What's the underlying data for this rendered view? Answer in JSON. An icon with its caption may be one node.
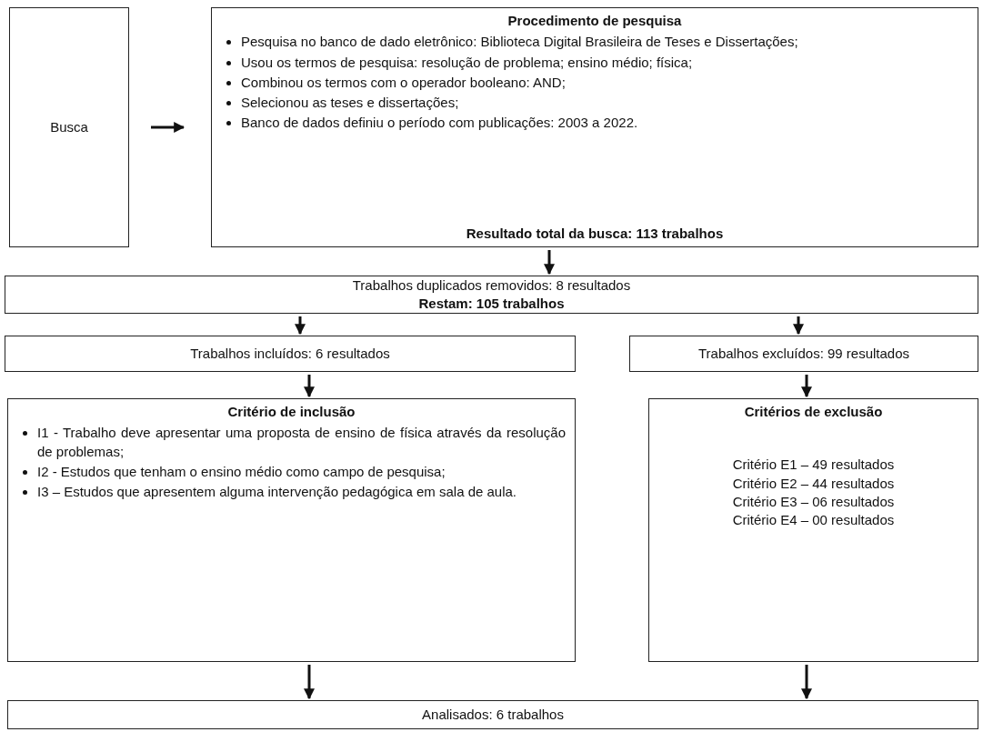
{
  "diagram": {
    "nodes": [
      {
        "text": [
          "Busca"
        ]
      },
      {
        "text": [
          "Procedimento de pesquisa",
          "Pesquisa no banco de dado eletrônico: Biblioteca Digital Brasileira de Teses e Dissertações;",
          "Usou os termos de pesquisa: resolução de problema; ensino médio; física;",
          "Combinou os termos com o operador booleano: AND;",
          "Selecionou as teses e dissertações;",
          "Banco de dados definiu o período com publicações: 2003 a 2022.",
          "Resultado total da busca: 113 trabalhos"
        ]
      },
      {
        "text": [
          "Trabalhos duplicados removidos: 8 resultados",
          "Restam: 105 trabalhos"
        ]
      },
      {
        "text": [
          "Trabalhos incluídos: 6 resultados"
        ]
      },
      {
        "text": [
          "Trabalhos excluídos: 99 resultados"
        ]
      },
      {
        "text": [
          "Critério de inclusão",
          "I1 - Trabalho deve apresentar uma proposta de ensino de física através da resolução de problemas;",
          "I2 - Estudos que tenham o ensino médio como campo de pesquisa;",
          "I3 – Estudos que apresentem alguma intervenção pedagógica em sala de aula."
        ]
      },
      {
        "text": [
          "Critérios de exclusão",
          "Critério E1 – 49 resultados",
          "Critério E2 – 44 resultados",
          "Critério E3 – 06 resultados",
          "Critério E4 – 00 resultados"
        ]
      },
      {
        "text": [
          "Analisados: 6 trabalhos"
        ]
      }
    ],
    "edges": [
      {
        "from": 0,
        "to": 1,
        "arrow": "to"
      },
      {
        "from": 1,
        "to": 2,
        "arrow": "to"
      },
      {
        "from": 2,
        "to": 3,
        "arrow": "to"
      },
      {
        "from": 2,
        "to": 4,
        "arrow": "to"
      },
      {
        "from": 3,
        "to": 5,
        "arrow": "to"
      },
      {
        "from": 4,
        "to": 6,
        "arrow": "to"
      },
      {
        "from": 5,
        "to": 7,
        "arrow": "to"
      },
      {
        "from": 6,
        "to": 7,
        "arrow": "to"
      }
    ]
  }
}
